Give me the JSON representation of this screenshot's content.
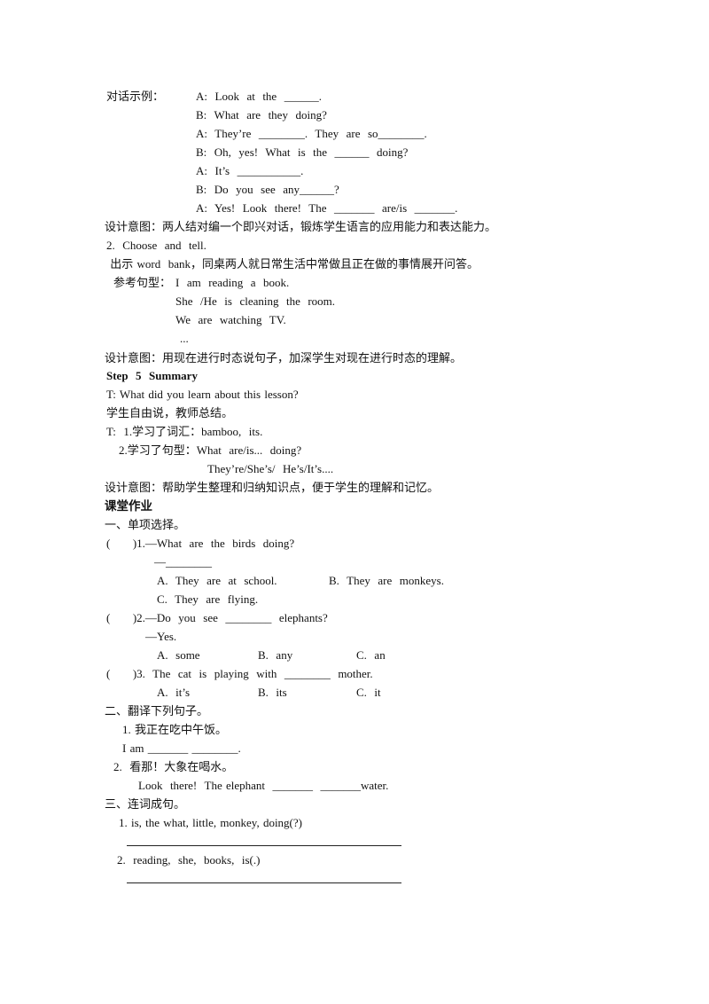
{
  "dialogue": {
    "label": "对话示例：",
    "lines": [
      "A:  Look  at  the  ______.",
      "B:  What  are  they  doing?",
      "A:  They’re  ________.  They  are  so________.",
      "B:  Oh,  yes!  What  is  the  ______  doing?",
      "A:  It’s  ___________.",
      "B:  Do  you  see  any______?",
      "A:  Yes!  Look  there!  The  _______  are/is  _______."
    ],
    "intent": "设计意图：两人结对编一个即兴对话，锻炼学生语言的应用能力和表达能力。"
  },
  "choose_tell": {
    "title": "2.  Choose  and  tell.",
    "instruction": " 出示 word  bank，同桌两人就日常生活中常做且正在做的事情展开问答。",
    "ref_label": "参考句型：",
    "ref_lines": [
      "I  am  reading  a  book.",
      "She  /He  is  cleaning  the  room.",
      "We  are  watching  TV.",
      "..."
    ],
    "intent": "设计意图：用现在进行时态说句子，加深学生对现在进行时态的理解。"
  },
  "step5": {
    "title": "Step  5  Summary",
    "question": "T: What did you learn about this lesson?",
    "student": "学生自由说，教师总结。",
    "t1": "T:  1.学习了词汇：bamboo,  its.",
    "t2": "2.学习了句型：What  are/is...  doing?",
    "t3": "They’re/She’s/  He’s/It’s....",
    "intent": "设计意图：帮助学生整理和归纳知识点，便于学生的理解和记忆。"
  },
  "homework": {
    "title": "课堂作业",
    "part1": {
      "title": "一、单项选择。",
      "q1": {
        "stem": "(      )1.—What  are  the  birds  doing?",
        "answer": "—________",
        "a": "A.  They  are  at  school.",
        "b": "B.  They  are  monkeys.",
        "c": "C.  They  are  flying."
      },
      "q2": {
        "stem": "(      )2.—Do  you  see  ________  elephants?",
        "answer": "—Yes.",
        "a": "A.  some",
        "b": "B.  any",
        "c": "C.  an"
      },
      "q3": {
        "stem": "(      )3.  The  cat  is  playing  with  ________  mother.",
        "a": "A.  it’s",
        "b": "B.  its",
        "c": "C.  it"
      }
    },
    "part2": {
      "title": "二、翻译下列句子。",
      "s1": "1. 我正在吃中午饭。",
      "s1_fill": "I am _______ ________.",
      "s2": "2.  看那！大象在喝水。",
      "s2_fill": "Look  there!  The elephant  _______  _______water."
    },
    "part3": {
      "title": "三、连词成句。",
      "s1": "1. is, the what, little, monkey, doing(?)",
      "s2": "2.  reading,  she,  books,  is(.)"
    }
  }
}
